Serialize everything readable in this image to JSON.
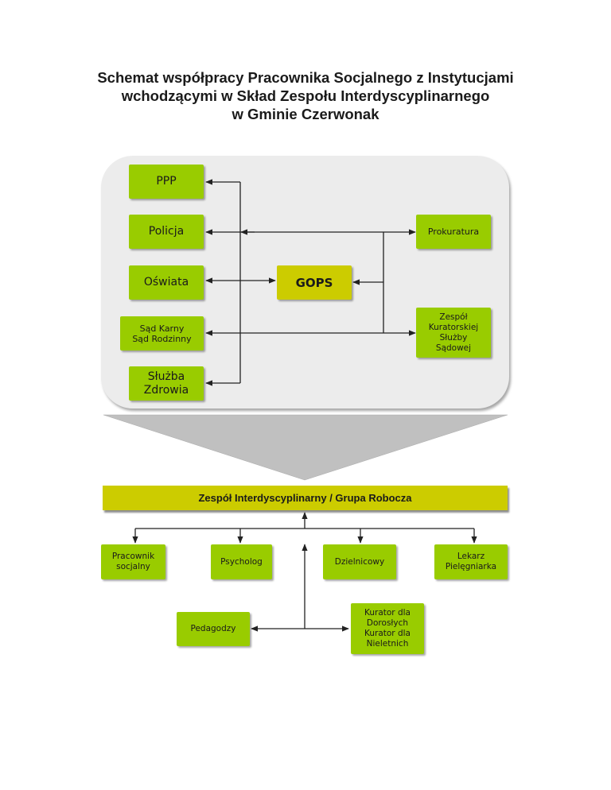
{
  "title": {
    "lines": [
      "Schemat współpracy Pracownika Socjalnego z Instytucjami",
      "wchodzącymi w Skład Zespołu Interdyscyplinarnego",
      "w Gminie Czerwonak"
    ]
  },
  "colors": {
    "green_box": "#99cc00",
    "yellow_box": "#cccc00",
    "panel": "#ececec",
    "funnel": "#c0c0c0",
    "connector": "#222222"
  },
  "upper_panel": {
    "left_column": [
      {
        "id": "ppp",
        "label": "PPP"
      },
      {
        "id": "policja",
        "label": "Policja"
      },
      {
        "id": "oswiata",
        "label": "Oświata"
      },
      {
        "id": "sad",
        "label": "Sąd Karny\nSąd Rodzinny"
      },
      {
        "id": "sluzba_zdrowia",
        "label": "Służba\nZdrowia"
      }
    ],
    "center": {
      "id": "gops",
      "label": "GOPS"
    },
    "right_column": [
      {
        "id": "prokuratura",
        "label": "Prokuratura"
      },
      {
        "id": "zespol_kuratorskiej",
        "label": "Zespół\nKuratorskiej\nSłużby\nSądowej"
      }
    ]
  },
  "lower_section": {
    "team_bar": {
      "label": "Zespół Interdyscyplinarny / Grupa Robocza"
    },
    "members_row": [
      {
        "id": "pracownik",
        "label": "Pracownik\nsocjalny"
      },
      {
        "id": "psycholog",
        "label": "Psycholog"
      },
      {
        "id": "dzielnicowy",
        "label": "Dzielnicowy"
      },
      {
        "id": "lekarz",
        "label": "Lekarz\nPielęgniarka"
      }
    ],
    "bottom_row": [
      {
        "id": "pedagodzy",
        "label": "Pedagodzy"
      },
      {
        "id": "kurator",
        "label": "Kurator dla\nDorosłych\nKurator dla\nNieletnich"
      }
    ]
  }
}
